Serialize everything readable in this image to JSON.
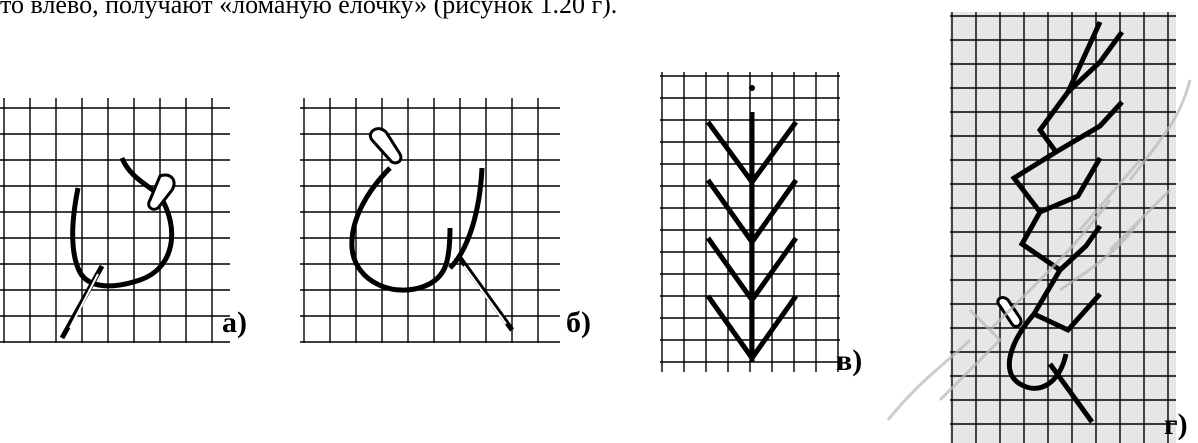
{
  "document": {
    "intro_text": "то влево, получают «ломаную елочку» (рисунок 1.20 г)."
  },
  "figures": [
    {
      "id": "a",
      "label": "а)"
    },
    {
      "id": "b",
      "label": "б)"
    },
    {
      "id": "v",
      "label": "в)"
    },
    {
      "id": "g",
      "label": "г)"
    }
  ]
}
